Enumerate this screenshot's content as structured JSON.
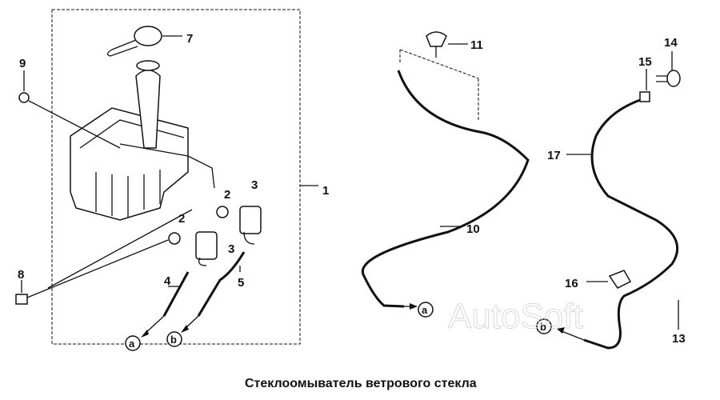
{
  "caption": "Стеклоомыватель ветрового стекла",
  "watermark": "AutoSoft",
  "callouts": {
    "c1": "1",
    "c2a": "2",
    "c2b": "2",
    "c3a": "3",
    "c3b": "3",
    "c4": "4",
    "c5": "5",
    "c7": "7",
    "c8": "8",
    "c9": "9",
    "c10": "10",
    "c11": "11",
    "c13": "13",
    "c14": "14",
    "c15": "15",
    "c16": "16",
    "c17": "17"
  },
  "connectors": {
    "a1": "a",
    "b1": "b",
    "a2": "a",
    "b2": "b"
  }
}
